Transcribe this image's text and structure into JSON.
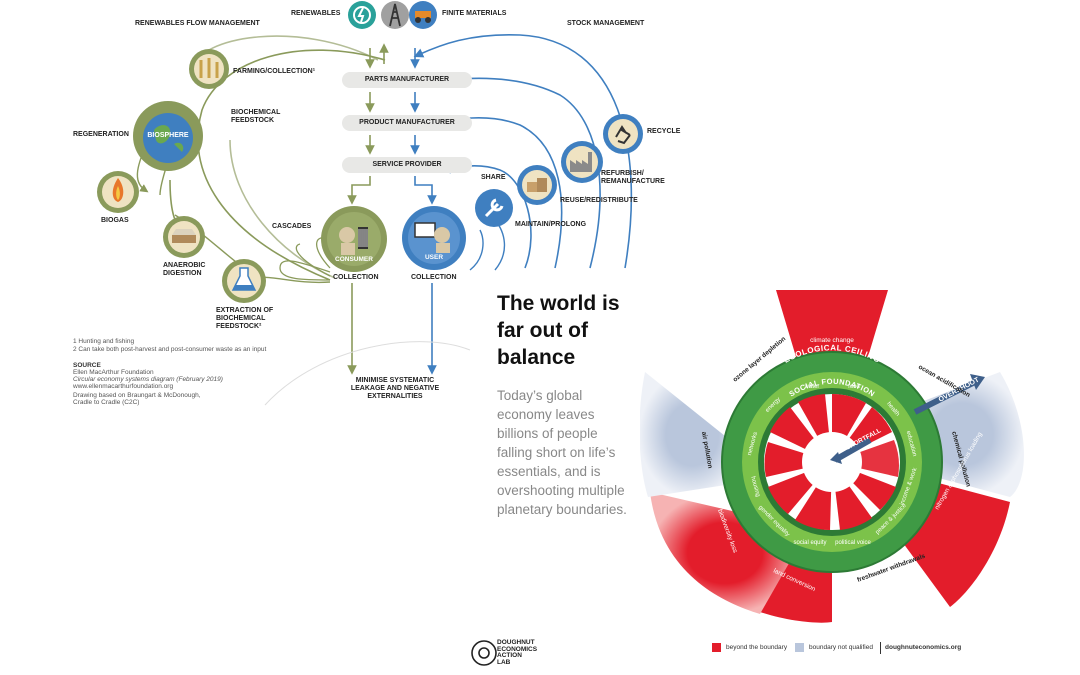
{
  "circular": {
    "renewables": "RENEWABLES",
    "finite_materials": "FINITE MATERIALS",
    "renewables_flow": "RENEWABLES FLOW MANAGEMENT",
    "stock_management": "STOCK MANAGEMENT",
    "parts_manufacturer": "PARTS MANUFACTURER",
    "product_manufacturer": "PRODUCT MANUFACTURER",
    "service_provider": "SERVICE PROVIDER",
    "farming": "FARMING/COLLECTION¹",
    "biochemical_feedstock": "BIOCHEMICAL FEEDSTOCK",
    "regeneration": "REGENERATION",
    "biosphere": "BIOSPHERE",
    "biogas": "BIOGAS",
    "anaerobic": "ANAEROBIC DIGESTION",
    "extraction": "EXTRACTION OF BIOCHEMICAL FEEDSTOCK²",
    "cascades": "CASCADES",
    "consumer": "CONSUMER",
    "user": "USER",
    "collection_left": "COLLECTION",
    "collection_right": "COLLECTION",
    "share": "SHARE",
    "maintain": "MAINTAIN/PROLONG",
    "reuse": "REUSE/REDISTRIBUTE",
    "refurbish": "REFURBISH/ REMANUFACTURE",
    "recycle": "RECYCLE",
    "minimise": "MINIMISE SYSTEMATIC LEAKAGE AND NEGATIVE EXTERNALITIES",
    "footnote1": "1 Hunting and fishing",
    "footnote2": "2 Can take both post-harvest and post-consumer waste as an input",
    "source_title": "SOURCE",
    "source_org": "Ellen MacArthur Foundation",
    "source_diagram": "Circular economy systems diagram (February 2019)",
    "source_url": "www.ellenmacarthurfoundation.org",
    "source_based": "Drawing based on Braungart & McDonough,",
    "source_c2c": "Cradle to Cradle (C2C)",
    "colors": {
      "green": "#8a9a5b",
      "blue": "#3f7fc0",
      "pill": "#e8e8e6"
    }
  },
  "headline": {
    "title": "The world is far out of balance",
    "body": "Today’s global economy leaves billions of people falling short on life’s essentials, and is overshooting multiple planetary boundaries."
  },
  "doughnut": {
    "ecological_ceiling": "ECOLOGICAL CEILING",
    "social_foundation": "SOCIAL FOUNDATION",
    "shortfall": "SHORTFALL",
    "overshoot": "OVERSHOOT",
    "outer_labels": {
      "climate": "climate change",
      "ocean": "ocean acidification",
      "chemical": "chemical pollution",
      "nitrogen": "nitrogen & phosphorus loading",
      "freshwater": "freshwater withdrawals",
      "land": "land conversion",
      "biodiversity": "biodiversity loss",
      "air": "air pollution",
      "ozone": "ozone layer depletion"
    },
    "inner_labels": {
      "water": "water",
      "food": "food",
      "health": "health",
      "education": "education",
      "income": "income & work",
      "peace": "peace & justice",
      "political": "political voice",
      "social_equity": "social equity",
      "gender": "gender equality",
      "housing": "housing",
      "networks": "networks",
      "energy": "energy"
    },
    "legend_beyond": "beyond the boundary",
    "legend_not_qualified": "boundary not qualified",
    "legend_site": "doughnuteconomics.org",
    "colors": {
      "red": "#e31d2b",
      "green": "#3f9a45",
      "dark_green": "#2d7a35",
      "grey_blue": "#b9c6dc"
    }
  },
  "logo": {
    "line1": "DOUGHNUT",
    "line2": "ECONOMICS",
    "line3": "ACTION",
    "line4": "LAB"
  }
}
